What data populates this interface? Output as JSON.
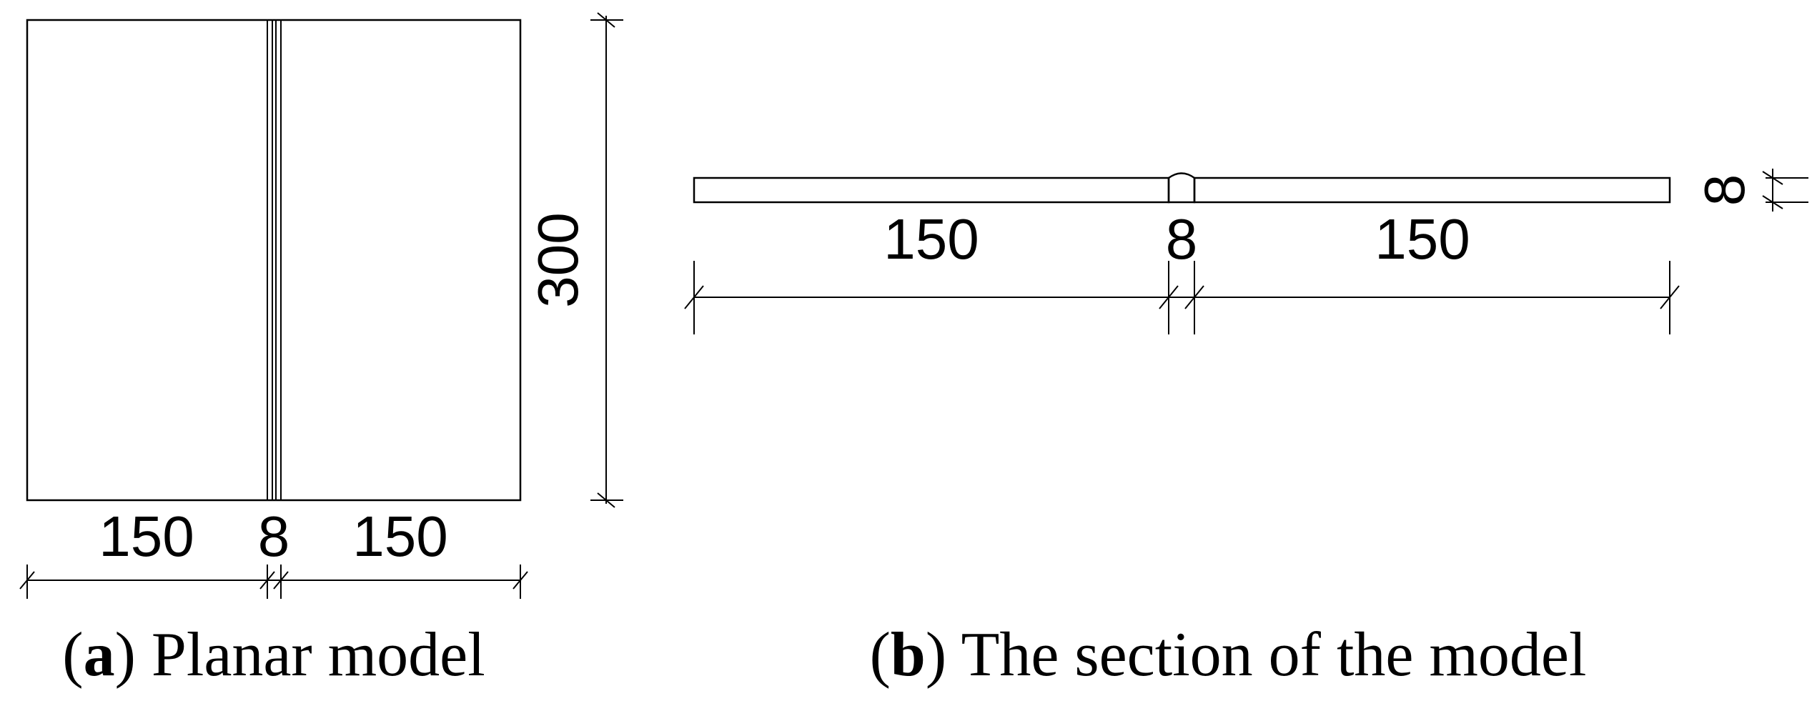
{
  "planar": {
    "width_left": "150",
    "weld": "8",
    "width_right": "150",
    "height": "300",
    "caption_letter": "a",
    "caption_text": "Planar model"
  },
  "section": {
    "width_left": "150",
    "weld": "8",
    "width_right": "150",
    "thickness": "8",
    "caption_letter": "b",
    "caption_text": "The section of the model"
  }
}
